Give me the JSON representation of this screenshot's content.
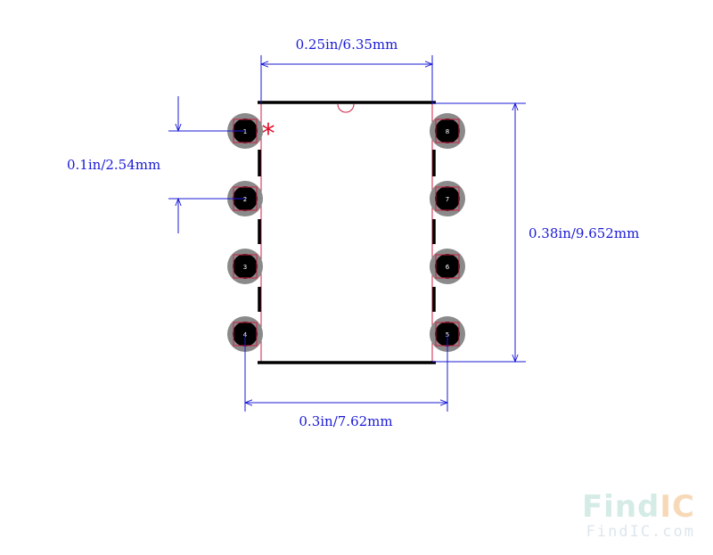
{
  "dimensions": {
    "body_width": "0.25in/6.35mm",
    "pitch": "0.1in/2.54mm",
    "body_length": "0.38in/9.652mm",
    "row_spacing": "0.3in/7.62mm"
  },
  "pins": {
    "left": [
      "1",
      "2",
      "3",
      "4"
    ],
    "right": [
      "8",
      "7",
      "6",
      "5"
    ]
  },
  "pin1_marker": "*",
  "watermark": {
    "logo_part1": "Find",
    "logo_part2": "IC",
    "url": "FindIC.com"
  },
  "colors": {
    "dimension": "#1a1ad6",
    "outline": "#000000",
    "pad_ring": "#8a8a8a",
    "pad_center": "#000000",
    "pad_square": "#cc2244",
    "marker": "#e0102a"
  }
}
